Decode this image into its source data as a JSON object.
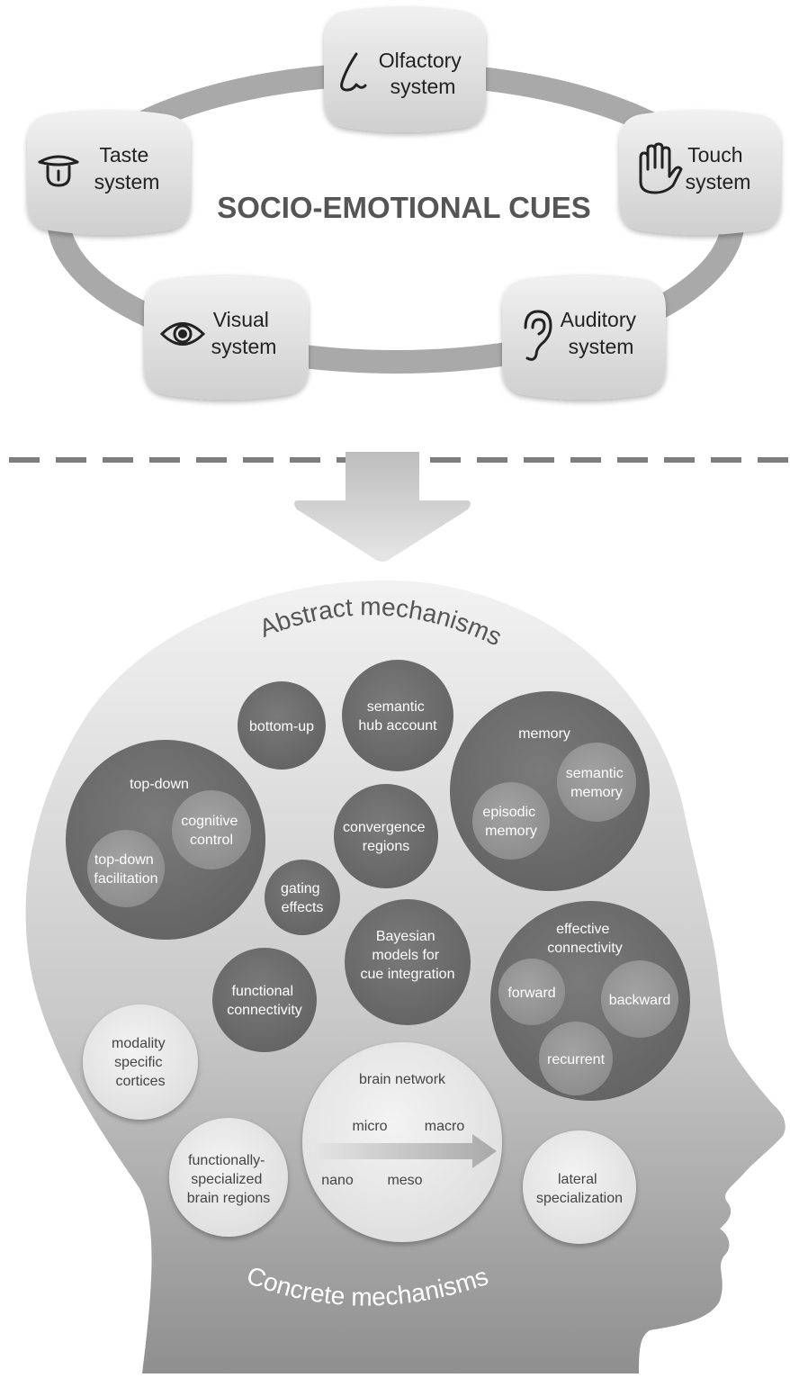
{
  "title": "SOCIO-EMOTIONAL CUES",
  "senses": {
    "olfactory": {
      "line1": "Olfactory",
      "line2": "system",
      "icon": "nose-icon"
    },
    "taste": {
      "line1": "Taste",
      "line2": "system",
      "icon": "tongue-icon"
    },
    "touch": {
      "line1": "Touch",
      "line2": "system",
      "icon": "hand-icon"
    },
    "visual": {
      "line1": "Visual",
      "line2": "system",
      "icon": "eye-icon"
    },
    "auditory": {
      "line1": "Auditory",
      "line2": "system",
      "icon": "ear-icon"
    }
  },
  "head": {
    "abstract_label": "Abstract mechanisms",
    "concrete_label": "Concrete mechanisms"
  },
  "abstract": {
    "bottom_up": [
      "bottom-up"
    ],
    "semantic_hub": [
      "semantic",
      "hub account"
    ],
    "memory": {
      "label": "memory",
      "semantic": [
        "semantic",
        "memory"
      ],
      "episodic": [
        "episodic",
        "memory"
      ]
    },
    "top_down": {
      "label": "top-down",
      "cognitive": [
        "cognitive",
        "control"
      ],
      "facilitation": [
        "top-down",
        "facilitation"
      ]
    },
    "convergence": [
      "convergence",
      "regions"
    ],
    "gating": [
      "gating",
      "effects"
    ],
    "bayesian": [
      "Bayesian",
      "models for",
      "cue integration"
    ],
    "effective": {
      "label": [
        "effective",
        "connectivity"
      ],
      "forward": "forward",
      "backward": "backward",
      "recurrent": "recurrent"
    },
    "functional": [
      "functional",
      "connectivity"
    ]
  },
  "concrete": {
    "modality": [
      "modality",
      "specific",
      "cortices"
    ],
    "network": {
      "label": "brain network",
      "micro": "micro",
      "macro": "macro",
      "nano": "nano",
      "meso": "meso"
    },
    "specialized": [
      "functionally-",
      "specialized",
      "brain regions"
    ],
    "lateral": [
      "lateral",
      "specialization"
    ]
  },
  "colors": {
    "ring": "#a9a9a9",
    "box": "#dedede",
    "title": "#555555",
    "dark_bubble": "#6e6e6e",
    "mid_bubble": "#939393",
    "light_bubble": "#e9e9e9",
    "head_top": "#f2f2f2",
    "head_bottom": "#8f8f8f"
  }
}
